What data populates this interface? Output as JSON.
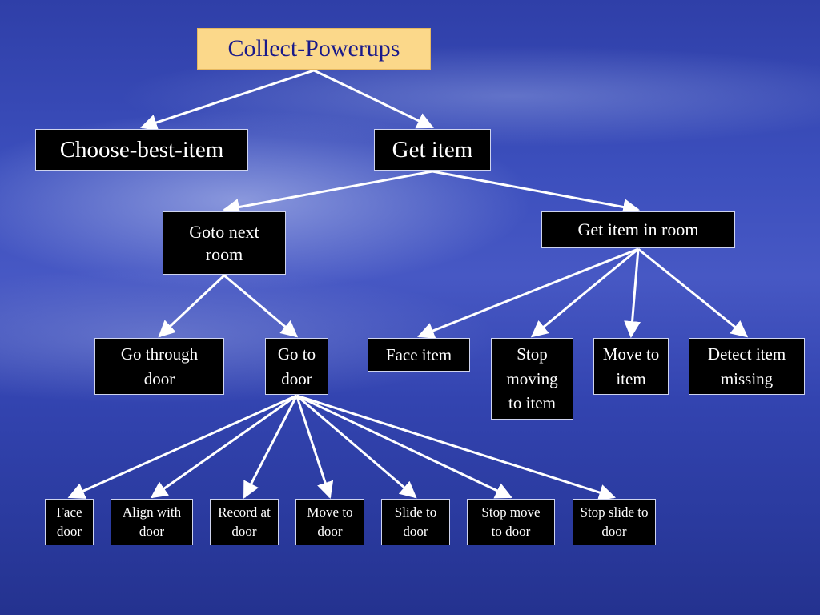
{
  "nodes": {
    "collect_powerups": "Collect-Powerups",
    "choose_best_item": "Choose-best-item",
    "get_item": "Get item",
    "goto_next_room": "Goto next room",
    "get_item_in_room": "Get item in room",
    "go_through_door": "Go through door",
    "go_to_door": "Go to door",
    "face_item": "Face item",
    "stop_moving_to_item": "Stop moving to item",
    "move_to_item": "Move to item",
    "detect_item_missing": "Detect item missing",
    "face_door": "Face door",
    "align_with_door": "Align with door",
    "record_at_door": "Record at door",
    "move_to_door": "Move to door",
    "slide_to_door": "Slide to door",
    "stop_move_to_door": "Stop move to door",
    "stop_slide_to_door": "Stop slide to door"
  },
  "edges": [
    [
      "collect_powerups",
      "choose_best_item"
    ],
    [
      "collect_powerups",
      "get_item"
    ],
    [
      "get_item",
      "goto_next_room"
    ],
    [
      "get_item",
      "get_item_in_room"
    ],
    [
      "goto_next_room",
      "go_through_door"
    ],
    [
      "goto_next_room",
      "go_to_door"
    ],
    [
      "get_item_in_room",
      "face_item"
    ],
    [
      "get_item_in_room",
      "stop_moving_to_item"
    ],
    [
      "get_item_in_room",
      "move_to_item"
    ],
    [
      "get_item_in_room",
      "detect_item_missing"
    ],
    [
      "go_to_door",
      "face_door"
    ],
    [
      "go_to_door",
      "align_with_door"
    ],
    [
      "go_to_door",
      "record_at_door"
    ],
    [
      "go_to_door",
      "move_to_door"
    ],
    [
      "go_to_door",
      "slide_to_door"
    ],
    [
      "go_to_door",
      "stop_move_to_door"
    ],
    [
      "go_to_door",
      "stop_slide_to_door"
    ]
  ],
  "colors": {
    "root_fill": "#fbd88a",
    "root_text": "#1a1a8a",
    "node_fill": "#000000",
    "node_text": "#ffffff",
    "edge": "#ffffff"
  }
}
